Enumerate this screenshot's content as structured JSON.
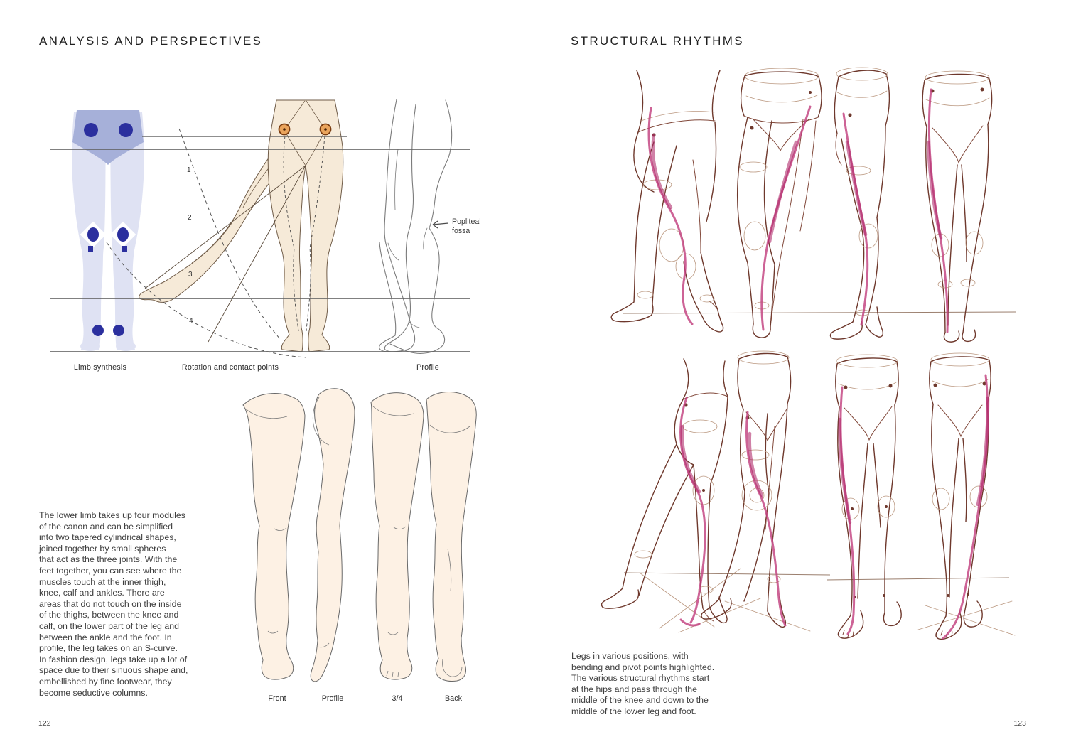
{
  "left_page": {
    "title": "ANALYSIS AND PERSPECTIVES",
    "page_number": "122",
    "captions": {
      "limb_synthesis": "Limb synthesis",
      "rotation": "Rotation and contact points",
      "profile": "Profile"
    },
    "rotation_numbers": [
      "1",
      "2",
      "3",
      "4"
    ],
    "popliteal_label": "Popliteal fossa",
    "view_labels": [
      "Front",
      "Profile",
      "3/4",
      "Back"
    ],
    "body_text": "The lower limb takes up four modules\nof the canon and can be simplified\ninto two tapered cylindrical shapes,\njoined together by small spheres\nthat act as the three joints. With the\nfeet together, you can see where the\nmuscles touch at the inner thigh,\nknee, calf and ankles. There are\nareas that do not touch on the inside\nof the thighs, between the knee and\ncalf, on the lower part of the leg and\nbetween the ankle and the foot. In\nprofile, the leg takes on an S-curve.\nIn fashion design, legs take up a lot of\nspace due to their sinuous shape and,\nembellished by fine footwear, they\nbecome seductive columns."
  },
  "right_page": {
    "title": "STRUCTURAL RHYTHMS",
    "page_number": "123",
    "caption": "Legs in various positions, with\nbending and pivot points highlighted.\nThe various structural rhythms start\nat the hips and pass through the\nmiddle of the knee and down to the\nmiddle of the lower leg and foot."
  },
  "icons": {
    "popliteal_pointer": "arrow-left"
  },
  "colors": {
    "rhythm_pink": "#c2417f",
    "sketch_ink": "#6e382c",
    "construction_line": "#bb9880",
    "skin_fill": "#f6ead8",
    "pale_skin_fill": "#fdf1e4",
    "limb_lavender": "#dfe2f3",
    "pelvis_blue": "#a6b0d9",
    "joint_navy": "#2b2f9e",
    "hip_marker_orange": "#eaa45c"
  }
}
